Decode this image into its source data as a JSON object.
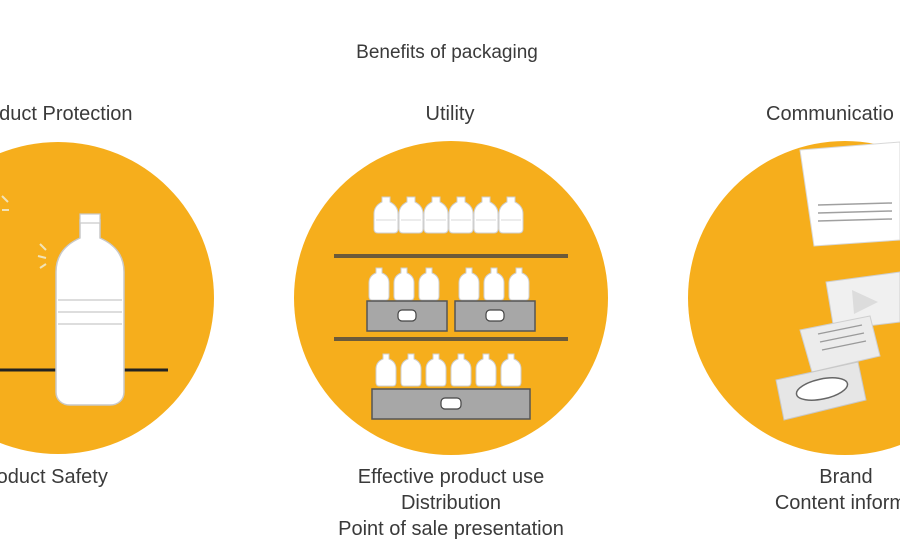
{
  "title": "Benefits of packaging",
  "colors": {
    "circle": "#F6AE1C",
    "shelf": "#6b5a3a",
    "box": "#a7a7a7",
    "bottle": "#ffffff"
  },
  "panels": [
    {
      "heading": "oduct Protection",
      "footer": [
        "roduct Safety"
      ],
      "icon": "plastic-bottle-icon"
    },
    {
      "heading": "Utility",
      "footer": [
        "Effective product use",
        "Distribution",
        "Point of sale presentation"
      ],
      "icon": "store-shelf-icon"
    },
    {
      "heading": "Communicatio",
      "footer": [
        "Brand",
        "Content informa"
      ],
      "icon": "labels-documents-icon"
    }
  ]
}
